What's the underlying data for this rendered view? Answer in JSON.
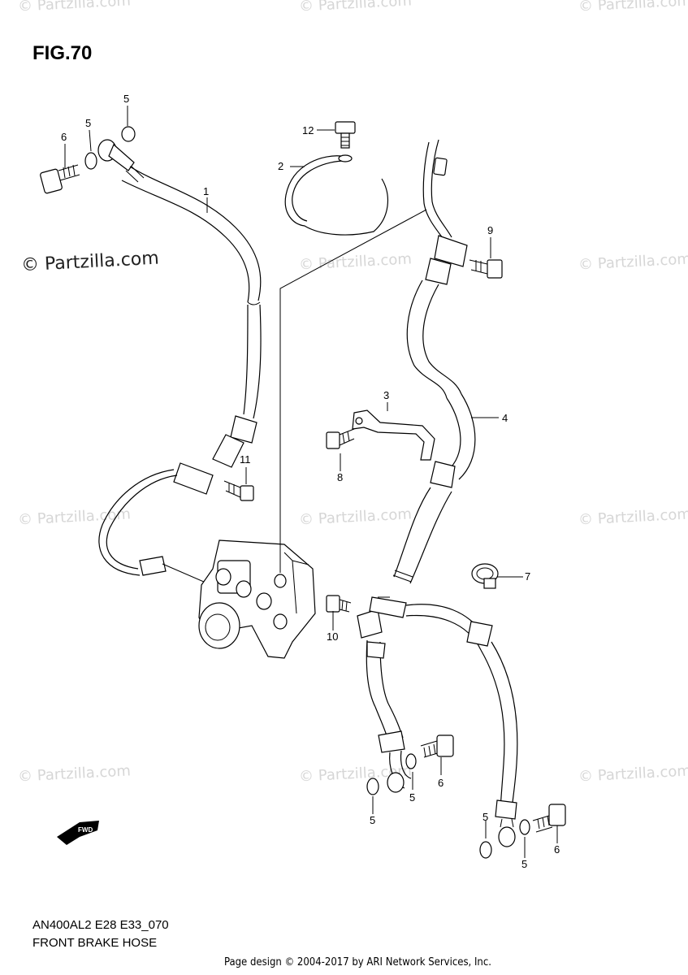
{
  "figure": {
    "title": "FIG.70",
    "code": "AN400AL2 E28 E33_070",
    "description": "FRONT BRAKE HOSE",
    "copyright": "Page design © 2004-2017 by ARI Network Services, Inc."
  },
  "watermark": {
    "text": "© Partzilla.com",
    "featured_text": "© Partzilla.com"
  },
  "fwd_label": "FWD",
  "callouts": [
    {
      "id": "c1",
      "label": "1"
    },
    {
      "id": "c2",
      "label": "2"
    },
    {
      "id": "c3",
      "label": "3"
    },
    {
      "id": "c4",
      "label": "4"
    },
    {
      "id": "c5a",
      "label": "5"
    },
    {
      "id": "c5b",
      "label": "5"
    },
    {
      "id": "c5c",
      "label": "5"
    },
    {
      "id": "c5d",
      "label": "5"
    },
    {
      "id": "c5e",
      "label": "5"
    },
    {
      "id": "c5f",
      "label": "5"
    },
    {
      "id": "c6a",
      "label": "6"
    },
    {
      "id": "c6b",
      "label": "6"
    },
    {
      "id": "c6c",
      "label": "6"
    },
    {
      "id": "c7",
      "label": "7"
    },
    {
      "id": "c8",
      "label": "8"
    },
    {
      "id": "c9",
      "label": "9"
    },
    {
      "id": "c10",
      "label": "10"
    },
    {
      "id": "c11",
      "label": "11"
    },
    {
      "id": "c12",
      "label": "12"
    }
  ]
}
